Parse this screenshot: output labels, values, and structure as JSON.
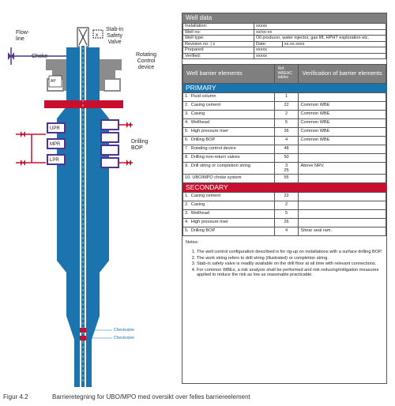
{
  "diagram": {
    "labels": {
      "flowline": "Flow-\nline",
      "choke": "Choke",
      "stab_in": "Stab-in\nSafety\nValve",
      "rcd": "Rotating\nControl\ndevice",
      "ap": "AP",
      "upr": "UPR",
      "mpr": "MPR",
      "lpr": "LPR",
      "drilling_bop": "Drilling\nBOP",
      "check1": "Checkvalve",
      "check2": "Checkvalve"
    },
    "colors": {
      "casing": "#1c74ae",
      "bop_red": "#c8102e",
      "bop_purple": "#4f3291",
      "gray": "#8c8c8c"
    }
  },
  "well_data": {
    "title": "Well data",
    "rows": [
      {
        "label": "Installation:",
        "value": "xxxxx"
      },
      {
        "label": "Well no:",
        "value": "xx/xx-xx"
      },
      {
        "label": "Well type:",
        "value": "Oil producer, water injector, gas lift, HPHT exploration etc."
      }
    ],
    "revision": {
      "label": "Revision no:",
      "value": "x",
      "date_label": "Date:",
      "date_value": "xx.xx.xxxx"
    },
    "tail": [
      {
        "label": "Prepared:",
        "value": "xxxxx"
      },
      {
        "label": "Verified:",
        "value": "xxxxx"
      }
    ]
  },
  "barriers": {
    "col_elements": "Well barrier elements",
    "col_ref": "Ref. WBEAC tables",
    "col_verification": "Verification of barrier elements",
    "primary_label": "PRIMARY",
    "primary": [
      {
        "name": "1.  Fluid column",
        "ref": "1",
        "verification": ""
      },
      {
        "name": "2.  Casing cement",
        "ref": "22",
        "verification": "Common WBE"
      },
      {
        "name": "3.  Casing",
        "ref": "2",
        "verification": "Common WBE"
      },
      {
        "name": "4.  Wellhead",
        "ref": "5",
        "verification": "Common WBE"
      },
      {
        "name": "5.  High pressure riser",
        "ref": "26",
        "verification": "Common WBE"
      },
      {
        "name": "6.  Drilling BOP",
        "ref": "4",
        "verification": "Common WBE"
      },
      {
        "name": "7.  Rotating control device",
        "ref": "48",
        "verification": ""
      },
      {
        "name": "8.  Drilling non-return valves",
        "ref": "50",
        "verification": ""
      },
      {
        "name": "9.  Drill string or completion string",
        "ref": "3\n25",
        "verification": "Above NRV."
      },
      {
        "name": "10. UBO/MPO choke system",
        "ref": "55",
        "verification": ""
      }
    ],
    "secondary_label": "SECONDARY",
    "secondary": [
      {
        "name": "1.  Casing cement",
        "ref": "22",
        "verification": ""
      },
      {
        "name": "2.  Casing",
        "ref": "2",
        "verification": ""
      },
      {
        "name": "3.  Wellhead",
        "ref": "5",
        "verification": ""
      },
      {
        "name": "4.  High pressure riser",
        "ref": "26",
        "verification": ""
      },
      {
        "name": "5.  Drilling BOP",
        "ref": "4",
        "verification": "Shear seal ram."
      }
    ]
  },
  "notes": {
    "title": "Notes:",
    "items": [
      "The well control configuration described is for rig-up on installations with a surface drilling BOP.",
      "The work string refers to drill string (illustrated) or completion string.",
      "Stab-in safety valve is readily available on the drill floor at all time with relevant connections.",
      "For common WBEs, a risk analysis shall be performed and risk reducing/mitigation measures applied to reduce the risk as low as reasonable practicable."
    ]
  },
  "caption": {
    "number": "Figur 4.2",
    "text": "Barrieretegning for UBO/MPO med oversikt over felles barriereelement"
  }
}
